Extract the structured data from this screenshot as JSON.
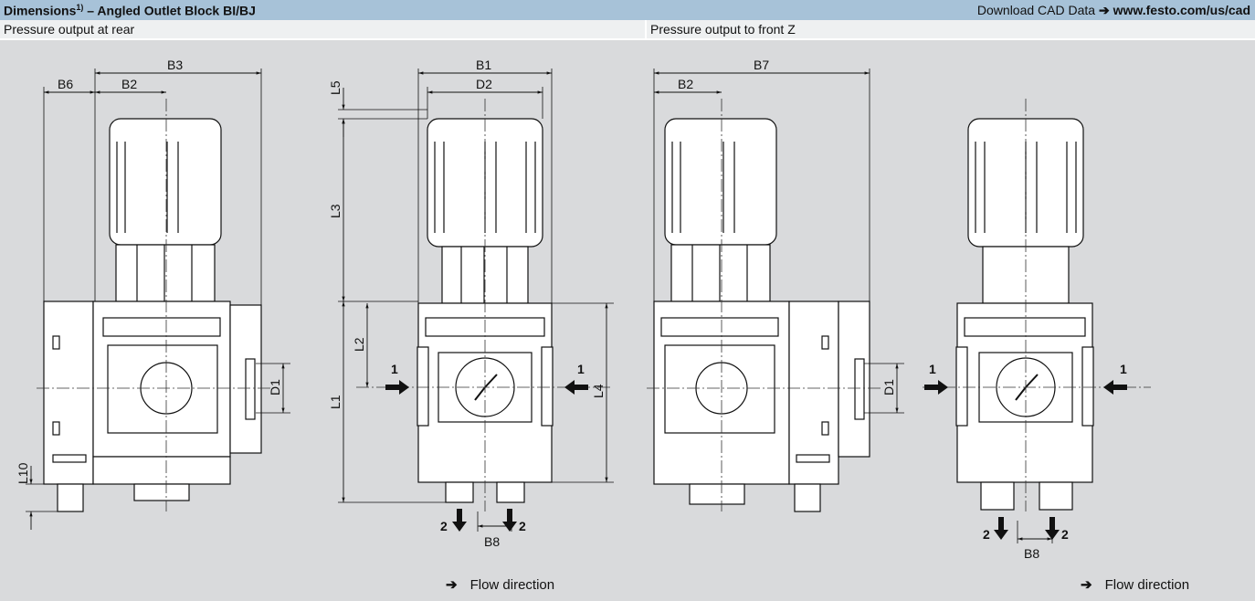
{
  "header": {
    "title": "Dimensions",
    "title_sup": "1)",
    "title_suffix": " – Angled Outlet Block BI/BJ",
    "download_label": "Download CAD Data",
    "download_arrow": "➔",
    "download_url": "www.festo.com/us/cad"
  },
  "panels": {
    "rear_label": "Pressure output at rear",
    "front_label": "Pressure output to front Z"
  },
  "dimensions": {
    "B1": "B1",
    "B2": "B2",
    "B3": "B3",
    "B6": "B6",
    "B7": "B7",
    "B8": "B8",
    "D1": "D1",
    "D2": "D2",
    "L1": "L1",
    "L2": "L2",
    "L3": "L3",
    "L4": "L4",
    "L5": "L5",
    "L10": "L10"
  },
  "ports": {
    "inlet": "1",
    "outlet": "2"
  },
  "legend": {
    "arrow": "➔",
    "flow_label": "Flow direction"
  }
}
